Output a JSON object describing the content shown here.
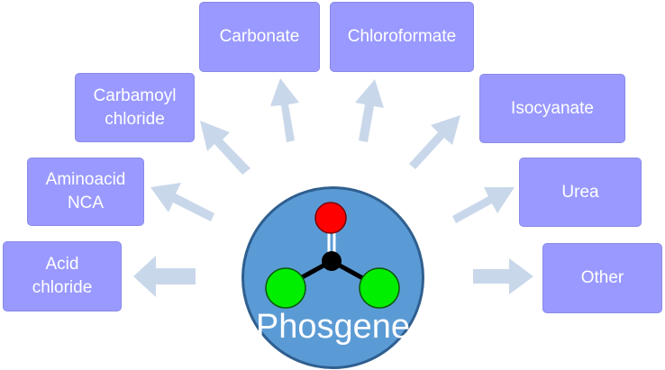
{
  "hub": {
    "label": "Phosgene"
  },
  "products": [
    {
      "id": "carbonate",
      "label": "Carbonate"
    },
    {
      "id": "chloroformate",
      "label": "Chloroformate"
    },
    {
      "id": "carbamoyl-chloride",
      "label": "Carbamoyl\nchloride"
    },
    {
      "id": "isocyanate",
      "label": "Isocyanate"
    },
    {
      "id": "aminoacid-nca",
      "label": "Aminoacid\nNCA"
    },
    {
      "id": "urea",
      "label": "Urea"
    },
    {
      "id": "acid-chloride",
      "label": "Acid\nchloride"
    },
    {
      "id": "other",
      "label": "Other"
    }
  ],
  "colors": {
    "box_fill": "#9999ff",
    "arrow_fill": "#c9d7ea",
    "hub_fill": "#5b9bd5",
    "hub_border": "#2f5f8f",
    "oxygen": "#ff0000",
    "chlorine": "#00ee00",
    "carbon": "#000000"
  }
}
